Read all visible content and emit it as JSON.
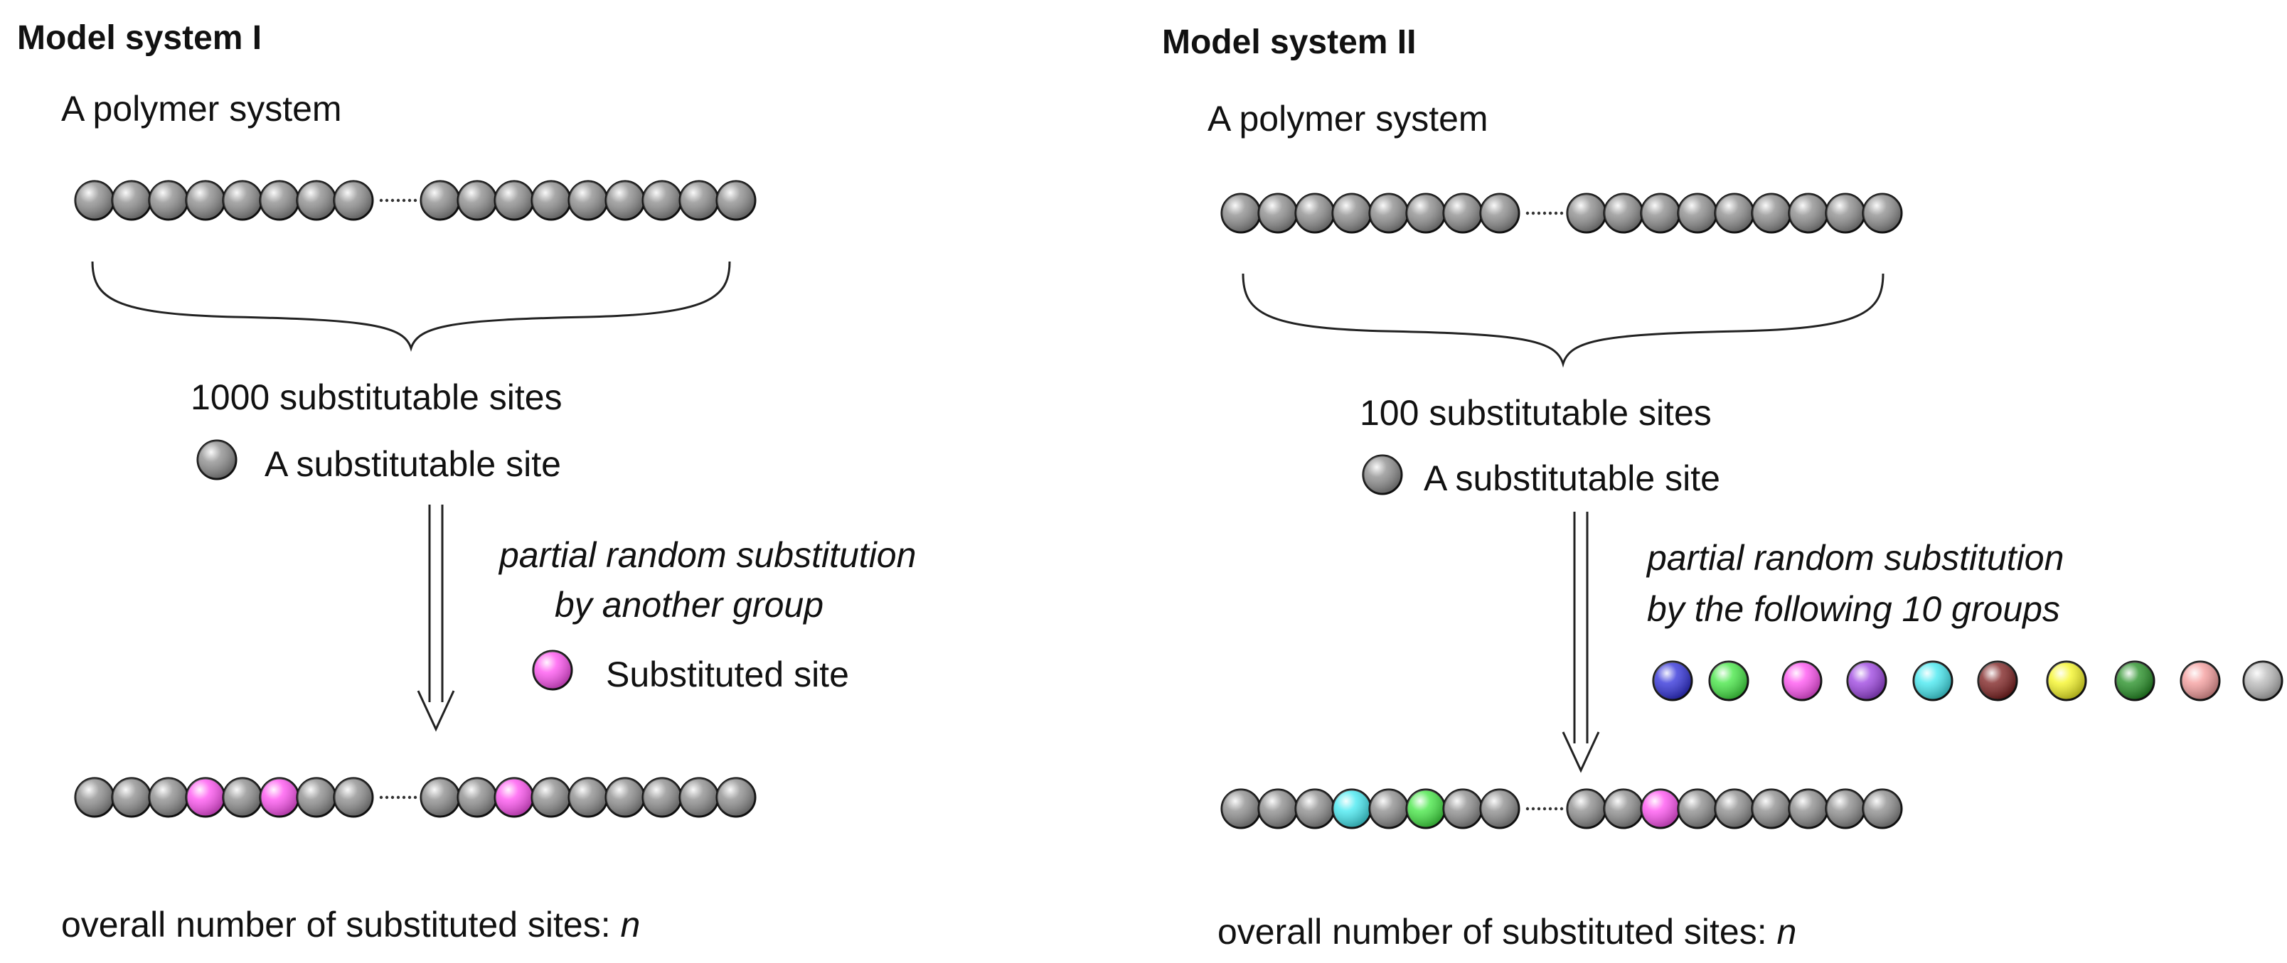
{
  "systems": [
    {
      "title": "Model system I",
      "polymer_label": "A polymer system",
      "sites_label": "1000 substitutable sites",
      "site_legend": "A substitutable site",
      "substitution_line1": "partial random substitution",
      "substitution_line2": "by another group",
      "substituted_legend": "Substituted site",
      "result_label": "overall number of substituted sites: ",
      "result_var": "n"
    },
    {
      "title": "Model system II",
      "polymer_label": "A polymer system",
      "sites_label": "100 substitutable sites",
      "site_legend": "A substitutable site",
      "substitution_line1": "partial random substitution",
      "substitution_line2": "by the following 10 groups",
      "result_label": "overall number of substituted sites: ",
      "result_var": "n"
    }
  ],
  "colors": {
    "unsubstituted": "#8a8a8a",
    "system1_substituted": "#ff4df0",
    "groups": [
      "#2a2ad8",
      "#3ee63e",
      "#ff4df0",
      "#9a3ee0",
      "#3ee8f0",
      "#7a1a1a",
      "#f5f51e",
      "#1e8c1e",
      "#f59a9a",
      "#b8b8b8"
    ]
  },
  "chains": {
    "system1_top": [
      "g",
      "g",
      "g",
      "g",
      "g",
      "g",
      "g",
      "g",
      "|",
      "g",
      "g",
      "g",
      "g",
      "g",
      "g",
      "g",
      "g",
      "g"
    ],
    "system1_bottom": [
      "g",
      "g",
      "g",
      "s",
      "g",
      "s",
      "g",
      "g",
      "|",
      "g",
      "g",
      "s",
      "g",
      "g",
      "g",
      "g",
      "g",
      "g"
    ],
    "system2_top": [
      "g",
      "g",
      "g",
      "g",
      "g",
      "g",
      "g",
      "g",
      "|",
      "g",
      "g",
      "g",
      "g",
      "g",
      "g",
      "g",
      "g",
      "g"
    ],
    "system2_bottom": [
      "g",
      "g",
      "g",
      "#3ee8f0",
      "g",
      "#3ee63e",
      "g",
      "g",
      "|",
      "g",
      "g",
      "#ff4df0",
      "g",
      "g",
      "g",
      "g",
      "g",
      "g"
    ]
  }
}
